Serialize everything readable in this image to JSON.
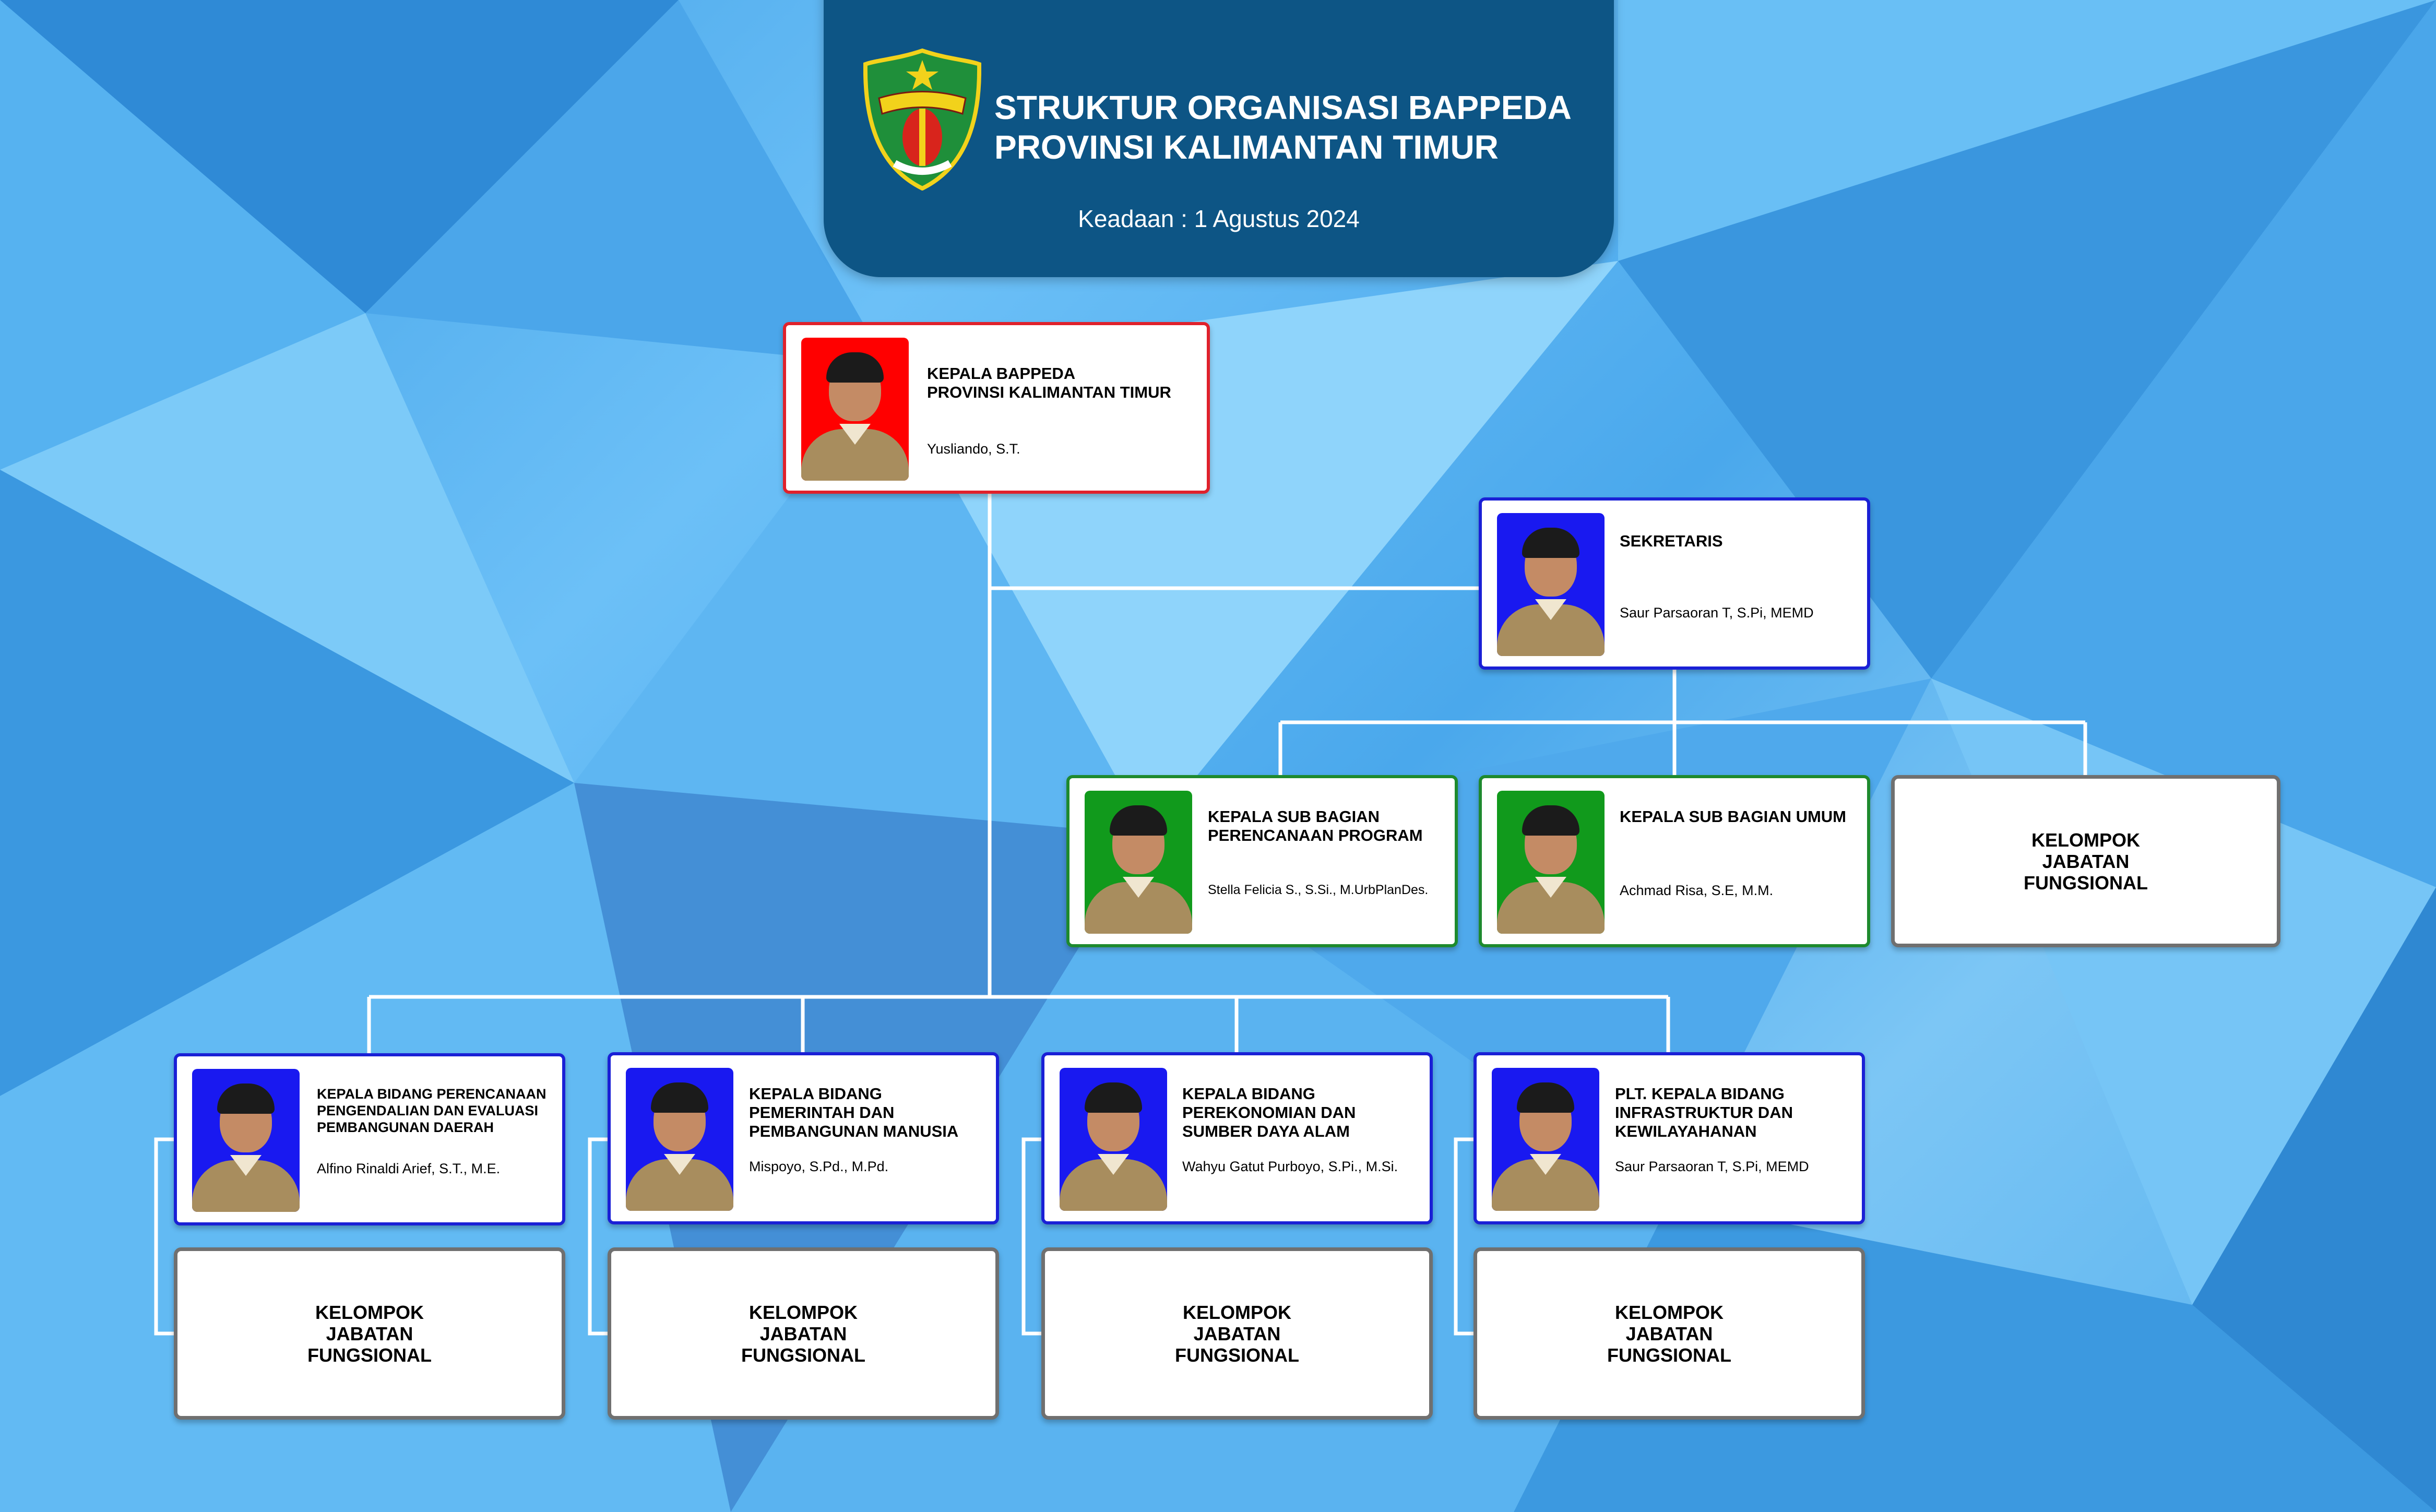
{
  "header": {
    "title_line1": "STRUKTUR ORGANISASI BAPPEDA",
    "title_line2": "PROVINSI KALIMANTAN TIMUR",
    "date": "Keadaan : 1 Agustus 2024"
  },
  "head": {
    "title_line1": "KEPALA BAPPEDA",
    "title_line2": "PROVINSI KALIMANTAN TIMUR",
    "name": "Yusliando, S.T."
  },
  "sekretaris": {
    "title": "SEKRETARIS",
    "name": "Saur Parsaoran T, S.Pi, MEMD"
  },
  "subbagian": [
    {
      "title_line1": "KEPALA SUB BAGIAN",
      "title_line2": "PERENCANAAN PROGRAM",
      "name": "Stella Felicia S., S.Si., M.UrbPlanDes."
    },
    {
      "title_line1": "KEPALA SUB BAGIAN UMUM",
      "title_line2": "",
      "name": "Achmad Risa, S.E, M.M."
    }
  ],
  "fungsional_label": {
    "line1": "KELOMPOK",
    "line2": "JABATAN",
    "line3": "FUNGSIONAL"
  },
  "bidang": [
    {
      "title_line1": "KEPALA BIDANG PERENCANAAN",
      "title_line2": "PENGENDALIAN DAN EVALUASI",
      "title_line3": "PEMBANGUNAN DAERAH",
      "name": "Alfino Rinaldi Arief, S.T., M.E."
    },
    {
      "title_line1": "KEPALA BIDANG",
      "title_line2": "PEMERINTAH DAN",
      "title_line3": "PEMBANGUNAN MANUSIA",
      "name": "Mispoyo, S.Pd., M.Pd."
    },
    {
      "title_line1": "KEPALA BIDANG",
      "title_line2": "PEREKONOMIAN DAN",
      "title_line3": "SUMBER DAYA ALAM",
      "name": "Wahyu Gatut Purboyo, S.Pi., M.Si."
    },
    {
      "title_line1": "PLT. KEPALA BIDANG",
      "title_line2": "INFRASTRUKTUR DAN",
      "title_line3": "KEWILAYAHANAN",
      "name": "Saur Parsaoran T, S.Pi, MEMD"
    }
  ]
}
